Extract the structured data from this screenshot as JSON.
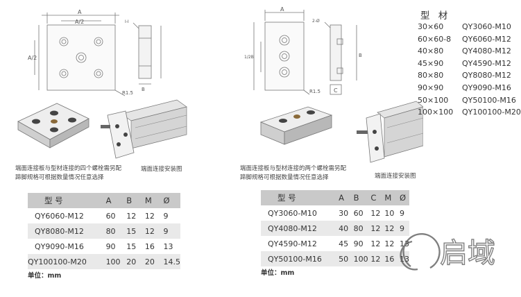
{
  "left_panel": {
    "drawing_labels": {
      "a": "A",
      "a_half_top": "A/2",
      "a_half_side": "A/2",
      "radius": "R1.5",
      "b": "B",
      "section": "I-I"
    },
    "caption_main": [
      "端面连接板与型材连接的四个螺栓需另配",
      "蹄脚规格可根据数量情况任意选择"
    ],
    "caption_install": "端面连接安装图",
    "table": {
      "headers": [
        "型 号",
        "A",
        "B",
        "M",
        "Ø"
      ],
      "rows": [
        [
          "QY6060-M12",
          "60",
          "12",
          "12",
          "9"
        ],
        [
          "QY8080-M12",
          "80",
          "15",
          "12",
          "9"
        ],
        [
          "QY9090-M16",
          "90",
          "15",
          "16",
          "13"
        ],
        [
          "QY100100-M20",
          "100",
          "20",
          "20",
          "14.5"
        ]
      ]
    },
    "unit": "单位：mm"
  },
  "right_panel": {
    "drawing_labels": {
      "a": "A",
      "a_half": "1/2B",
      "b": "B",
      "radius": "R1.5",
      "c": "C",
      "section": "2-Ø"
    },
    "caption_main": [
      "端面连接板与型材连接的两个螺栓需另配",
      "蹄脚规格可根据数量情况任意选择"
    ],
    "caption_install": "端面连接安装图",
    "table": {
      "headers": [
        "型 号",
        "A",
        "B",
        "C",
        "M",
        "Ø"
      ],
      "rows": [
        [
          "QY3060-M10",
          "30",
          "60",
          "12",
          "10",
          "9"
        ],
        [
          "QY4080-M12",
          "40",
          "80",
          "12",
          "12",
          "9"
        ],
        [
          "QY4590-M12",
          "45",
          "90",
          "12",
          "12",
          "13"
        ],
        [
          "QY50100-M16",
          "50",
          "100",
          "12",
          "16",
          "13"
        ]
      ]
    },
    "unit": "单位：mm"
  },
  "spec_list": {
    "title": "型 材",
    "items": [
      {
        "profile": "30×60",
        "model": "QY3060-M10"
      },
      {
        "profile": "60×60-8",
        "model": "QY6060-M12"
      },
      {
        "profile": "40×80",
        "model": "QY4080-M12"
      },
      {
        "profile": "45×90",
        "model": "QY4590-M12"
      },
      {
        "profile": "80×80",
        "model": "QY8080-M12"
      },
      {
        "profile": "90×90",
        "model": "QY9090-M16"
      },
      {
        "profile": "50×100",
        "model": "QY50100-M16"
      },
      {
        "profile": "100×100",
        "model": "QY100100-M20"
      }
    ]
  },
  "watermark": {
    "brand_text": "启域"
  }
}
